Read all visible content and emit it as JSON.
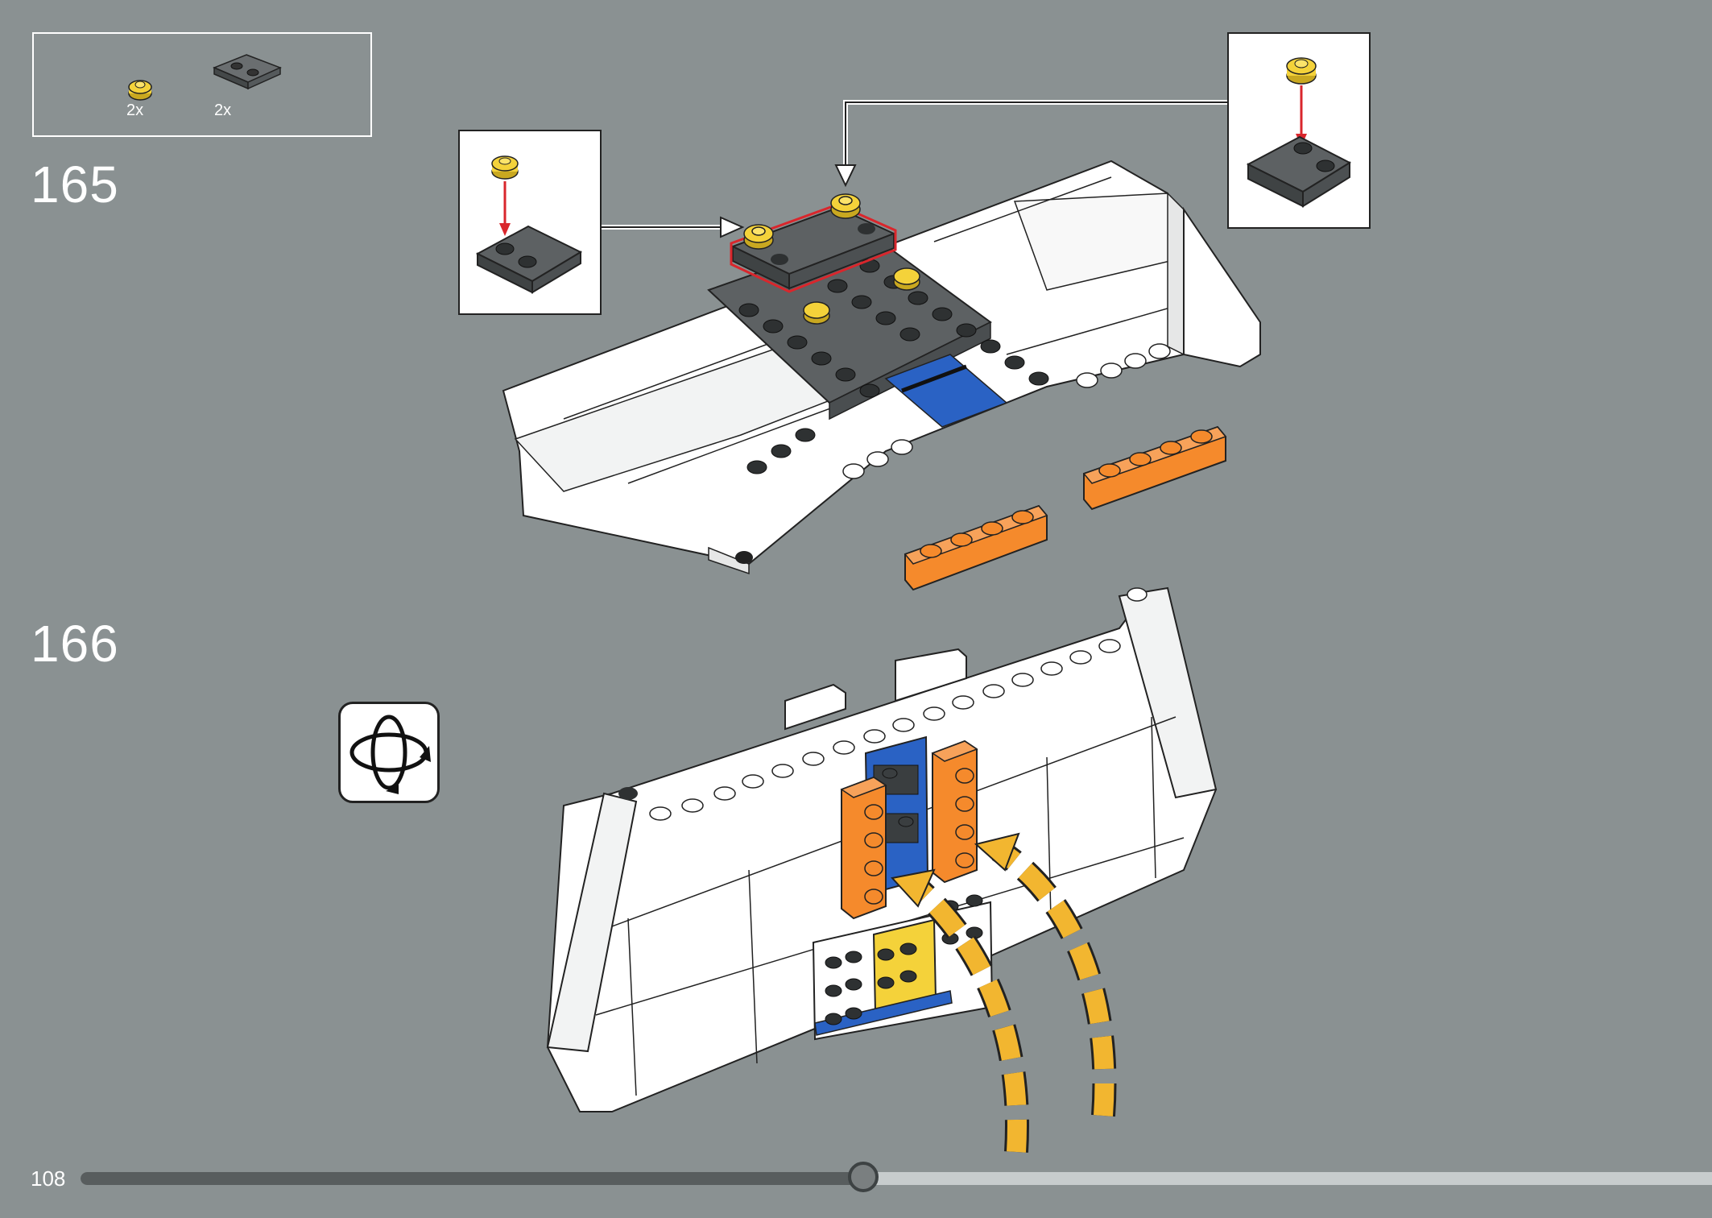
{
  "parts_list": {
    "items": [
      {
        "icon": "yellow-round-plate-icon",
        "qty": "2x"
      },
      {
        "icon": "dark-gray-plate-2x2-corner-icon",
        "qty": "2x"
      }
    ]
  },
  "steps": [
    {
      "number": "165"
    },
    {
      "number": "166"
    }
  ],
  "page": {
    "number": "108",
    "progress": 0.48
  },
  "colors": {
    "background": "#8a9192",
    "highlight_red": "#d9262c",
    "stud_yellow": "#f4d23a",
    "brick_orange": "#f58a2c",
    "arrow_yellow": "#f2b630",
    "dark_gray": "#555a5c",
    "blue": "#2a62c4"
  }
}
